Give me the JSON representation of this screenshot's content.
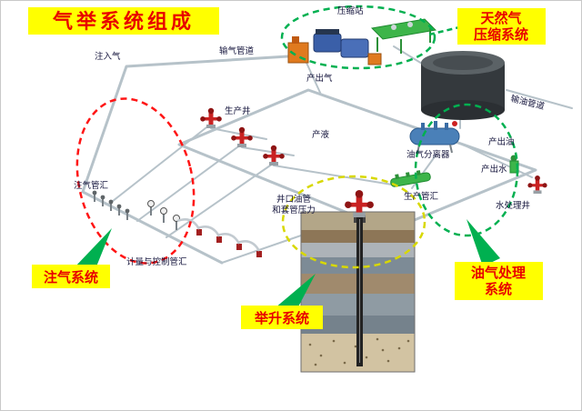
{
  "title": "气举系统组成",
  "system_labels": {
    "compression_line1": "天然气",
    "compression_line2": "压缩系统",
    "injection": "注气系统",
    "lifting": "举升系统",
    "processing_line1": "油气处理",
    "processing_line2": "系统"
  },
  "component_labels": {
    "injection_gas": "注入气",
    "gas_pipeline": "输气管道",
    "compression_station": "压缩站",
    "produced_gas": "产出气",
    "production_well": "生产井",
    "produced_liquid": "产液",
    "separator": "油气分离器",
    "produced_oil": "产出油",
    "oil_pipeline": "输油管道",
    "produced_water": "产出水",
    "injection_manifold": "注气管汇",
    "wellhead_line1": "井口油管",
    "wellhead_line2": "和套管压力",
    "production_manifold": "生产管汇",
    "water_treatment_well": "水处理井",
    "metering_control_manifold": "计量与控制管汇"
  },
  "colors": {
    "label_bg": "#ffff00",
    "label_text": "#e80000",
    "annotation_text": "#14143c",
    "arrow_green": "#00b050",
    "dash_green": "#00b050",
    "dash_red": "#ff1414",
    "dash_yellow": "#d8d800",
    "pipe": "#b6c2c9"
  }
}
